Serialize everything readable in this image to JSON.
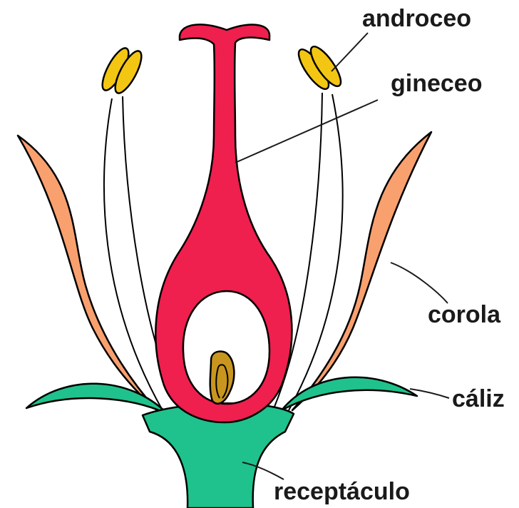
{
  "labels": {
    "androceo": "androceo",
    "gineceo": "gineceo",
    "corola": "corola",
    "caliz": "cáliz",
    "receptaculo": "receptáculo"
  },
  "colors": {
    "pistil": "#ef1f4e",
    "petal": "#f9a06f",
    "sepal": "#1fc28c",
    "anther": "#f3c614",
    "ovule": "#c8961e",
    "outline": "#000000"
  }
}
